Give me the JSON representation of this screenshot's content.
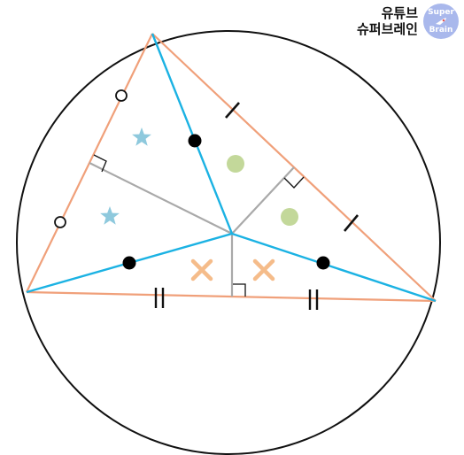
{
  "brand": {
    "line1": "유튜브",
    "line2": "슈퍼브레인",
    "logo_top": "Super",
    "logo_bottom": "Brain"
  },
  "colors": {
    "circle": "#111111",
    "triangle_sides": "#f0a07a",
    "bisector_segments": "#1bb2e3",
    "perpendiculars": "#a9a9a9",
    "star": "#8ec9dd",
    "green_dot": "#c3d89a",
    "orange_cross": "#f5bc8a",
    "black_dot": "#000000",
    "logo_bg": "#a9b8ec"
  },
  "diagram": {
    "figure": "triangle inscribed in a circle; center joined to each vertex; perpendiculars from center to each side",
    "side_marks": [
      "circle",
      "single tick",
      "double tick"
    ],
    "equal_angle_marks": [
      "star",
      "green dot",
      "orange cross"
    ],
    "segment_midpoint_marks": "black dot",
    "right_angle_marks": 3,
    "icons": [
      "star-icon",
      "green-dot-icon",
      "cross-icon",
      "right-angle-icon",
      "circle-mark-icon",
      "tick-mark-icon"
    ]
  }
}
